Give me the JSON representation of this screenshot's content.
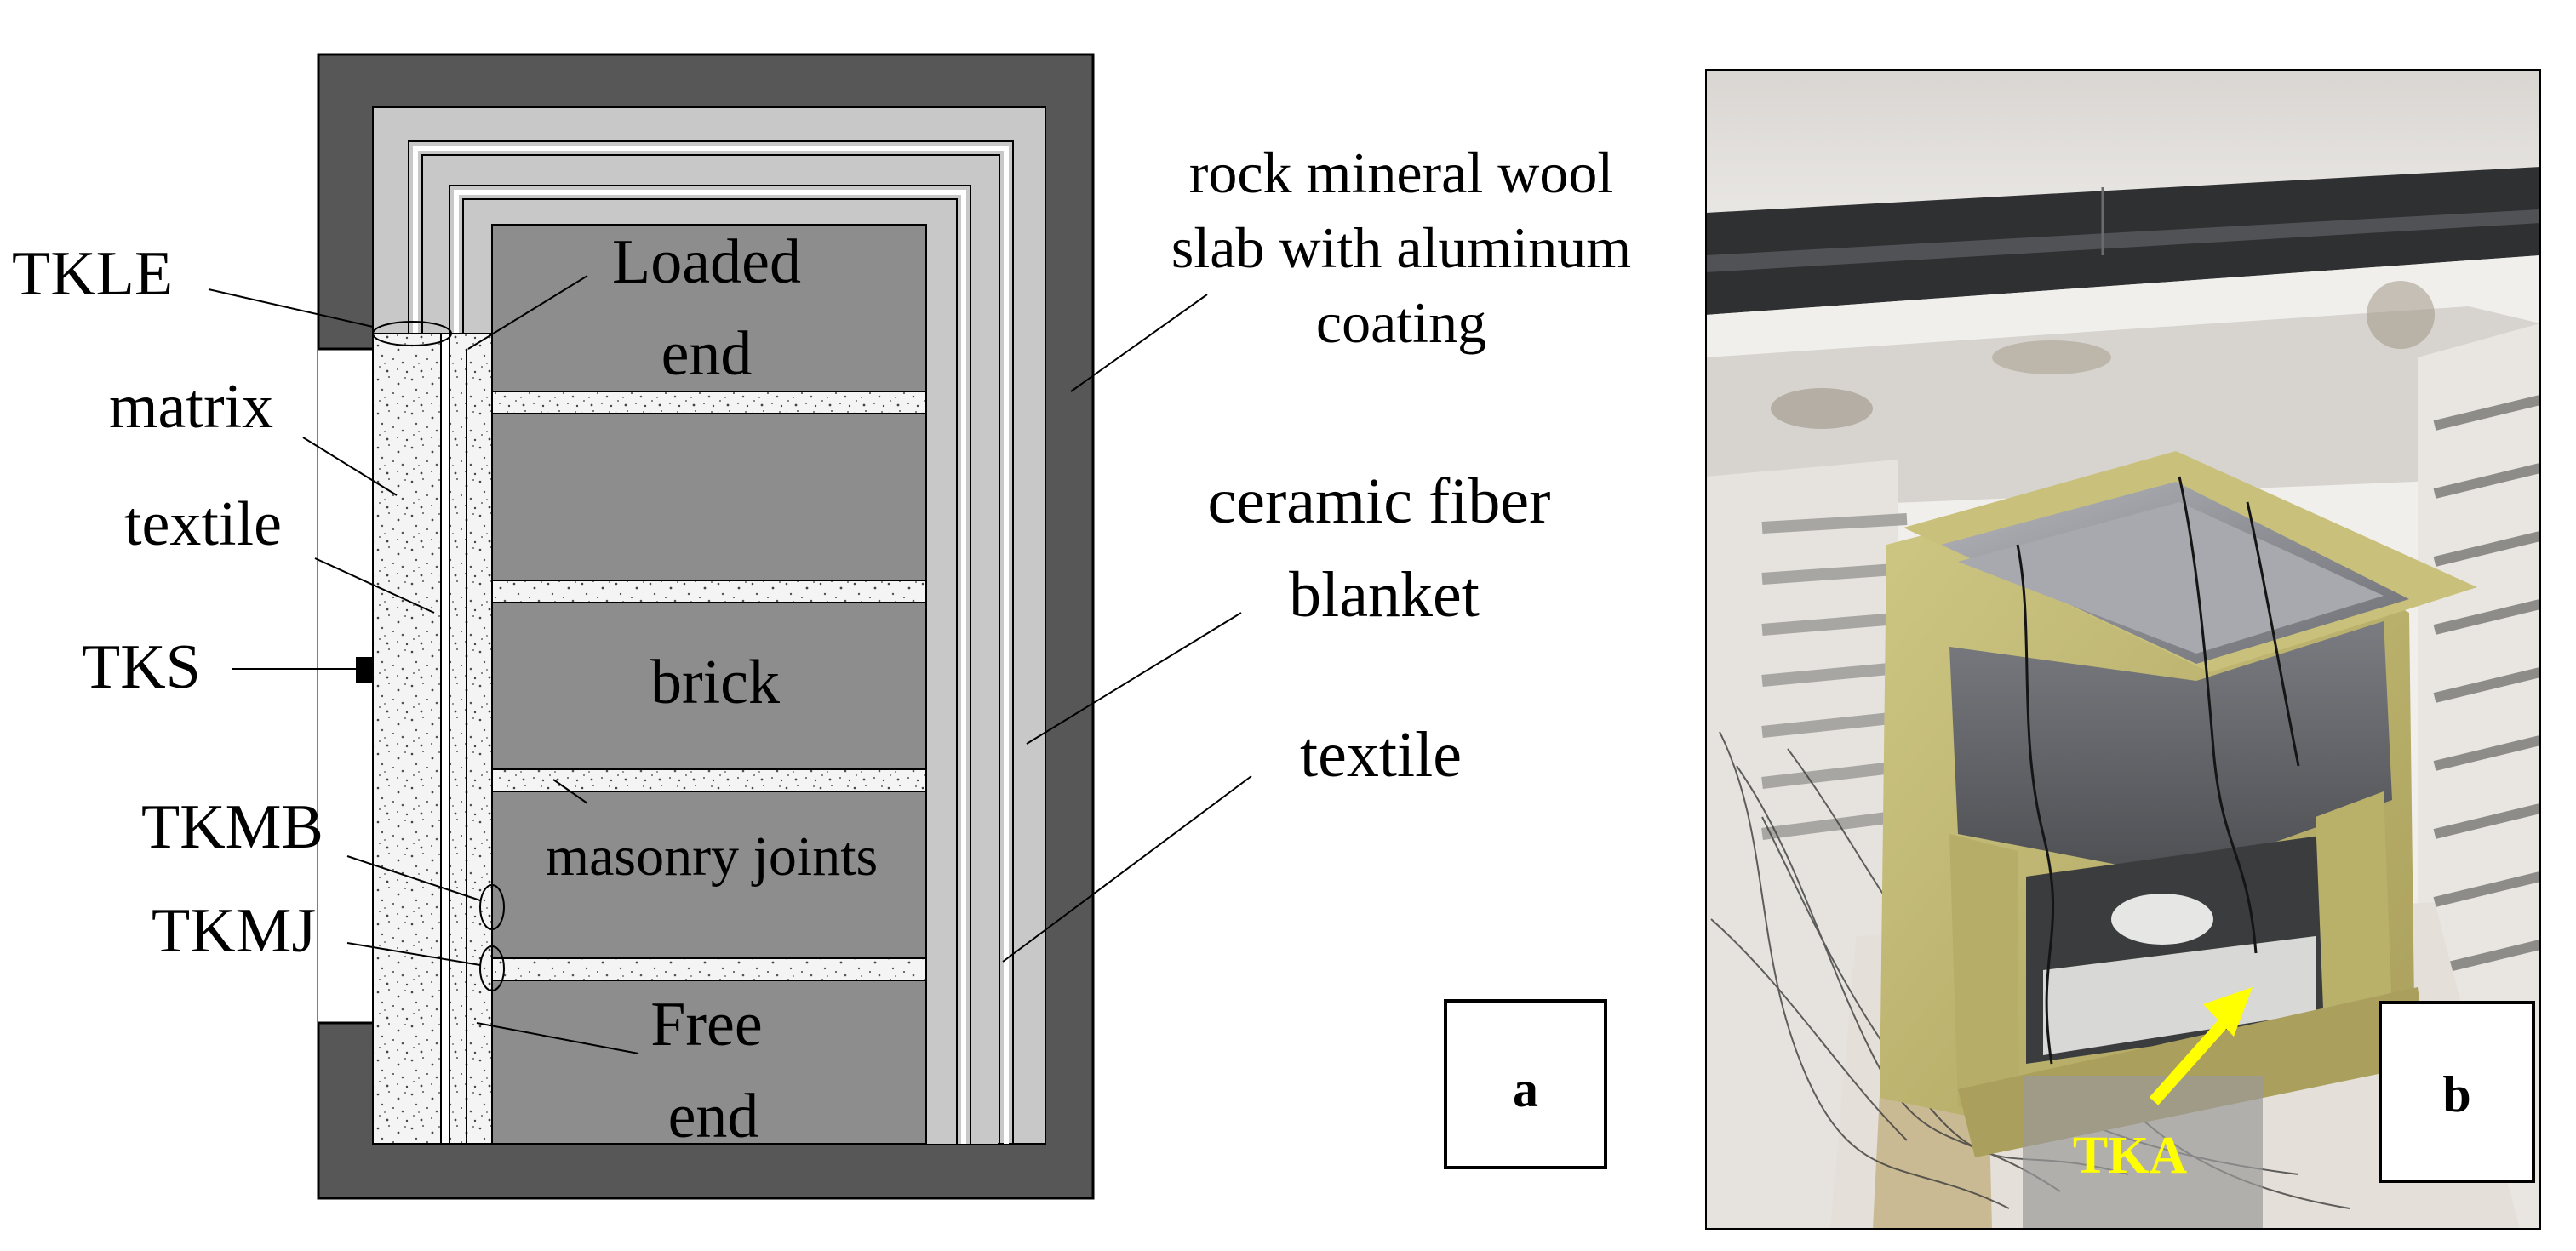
{
  "panel_a": {
    "labels": {
      "tkle": "TKLE",
      "matrix": "matrix",
      "textile_left": "textile",
      "tks": "TKS",
      "tkmb": "TKMB",
      "tkmj": "TKMJ",
      "loaded_end_1": "Loaded",
      "loaded_end_2": "end",
      "brick": "brick",
      "masonry_joints": "masonry joints",
      "free_end_1": "Free",
      "free_end_2": "end",
      "wool_1": "rock mineral wool",
      "wool_2": "slab with aluminum",
      "wool_3": "coating",
      "ceramic_1": "ceramic fiber",
      "ceramic_2": "blanket",
      "textile_right": "textile"
    },
    "tag": "a",
    "colors": {
      "outer_shell": "#575757",
      "blanket": "#c8c8c8",
      "brick": "#8d8d8d",
      "joint": "#f4f4f4",
      "line": "#000000"
    }
  },
  "panel_b": {
    "tag": "b",
    "annotation": "TKA",
    "annotation_color": "#ffff00",
    "colors": {
      "wool": "#c6c07a",
      "foil": "#8f9196",
      "furnace": "#e9e7e3"
    }
  }
}
